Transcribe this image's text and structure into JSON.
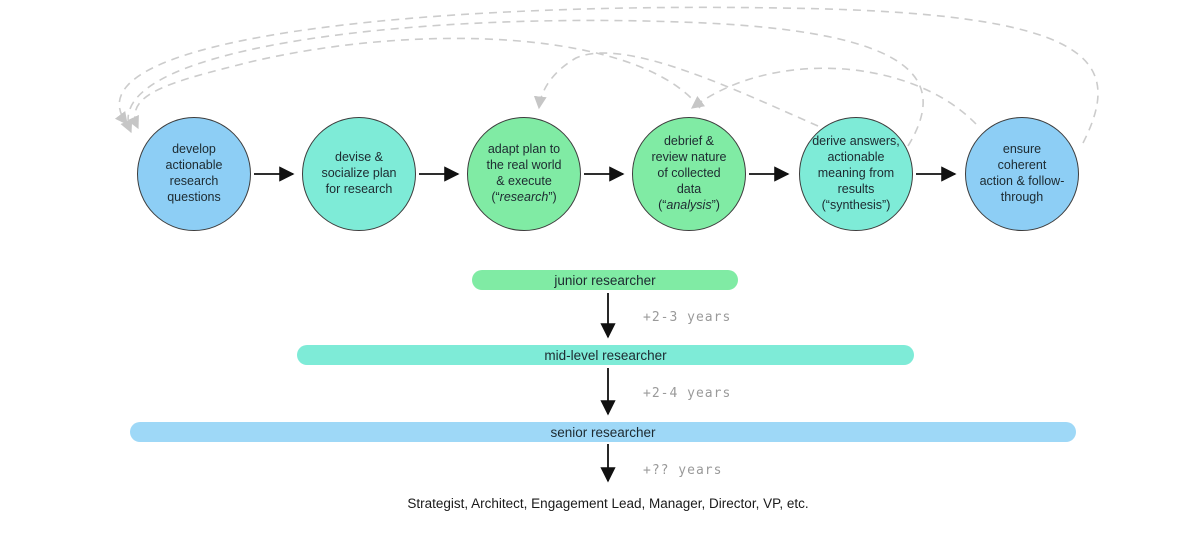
{
  "flow": {
    "steps": [
      {
        "label": "develop\nactionable\nresearch\nquestions",
        "color": "#8dcef5",
        "color_name": "blue"
      },
      {
        "label": "devise &\nsocialize plan\nfor research",
        "color": "#7eebd7",
        "color_name": "teal"
      },
      {
        "label": "adapt plan to\nthe real world\n& execute",
        "tag_prefix": "(“",
        "tag_word": "research",
        "tag_suffix": "”)",
        "tag_italic": true,
        "color": "#80eba4",
        "color_name": "green"
      },
      {
        "label": "debrief &\nreview nature\nof collected\ndata",
        "tag_prefix": "(“",
        "tag_word": "analysis",
        "tag_suffix": "”)",
        "tag_italic": true,
        "color": "#80eba4",
        "color_name": "green"
      },
      {
        "label": "derive answers,\nactionable\nmeaning from\nresults",
        "tag_prefix": "(“",
        "tag_word": "synthesis",
        "tag_suffix": "”)",
        "tag_italic": false,
        "color": "#7eebd7",
        "color_name": "teal"
      },
      {
        "label": "ensure\ncoherent\naction & follow-\nthrough",
        "color": "#8dcef5",
        "color_name": "blue"
      }
    ],
    "feedback_loops": [
      {
        "from_step": 4,
        "to_step": 1
      },
      {
        "from_step": 5,
        "to_step": 1
      },
      {
        "from_step": 6,
        "to_step": 1
      },
      {
        "from_step": 5,
        "to_step": 3
      },
      {
        "from_step": 6,
        "to_step": 4
      }
    ]
  },
  "career": {
    "levels": [
      {
        "label": "junior researcher",
        "color": "#80eba4"
      },
      {
        "label": "mid-level researcher",
        "color": "#7eebd7"
      },
      {
        "label": "senior researcher",
        "color": "#9ed8f7"
      }
    ],
    "transitions": [
      "+2-3 years",
      "+2-4 years",
      "+?? years"
    ],
    "final_roles": "Strategist, Architect, Engagement Lead, Manager, Director, VP, etc."
  },
  "colors": {
    "circle_blue": "#8dcef5",
    "circle_teal": "#7eebd7",
    "circle_green": "#80eba4",
    "bar_blue": "#9ed8f7",
    "arrow_black": "#111111",
    "dashed_gray": "#cccccc",
    "text_dark": "#1d2a30",
    "muted_gray": "#9a9a9a"
  }
}
